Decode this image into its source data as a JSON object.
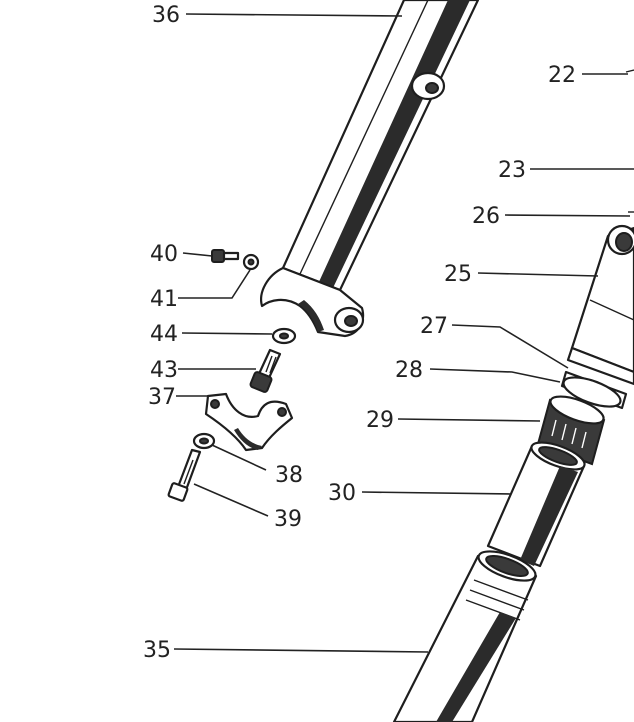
{
  "callouts": {
    "c36": "36",
    "c22": "22",
    "c23": "23",
    "c26": "26",
    "c25": "25",
    "c40": "40",
    "c41": "41",
    "c44": "44",
    "c27": "27",
    "c43": "43",
    "c28": "28",
    "c37": "37",
    "c29": "29",
    "c38": "38",
    "c30": "30",
    "c39": "39",
    "c35": "35"
  }
}
